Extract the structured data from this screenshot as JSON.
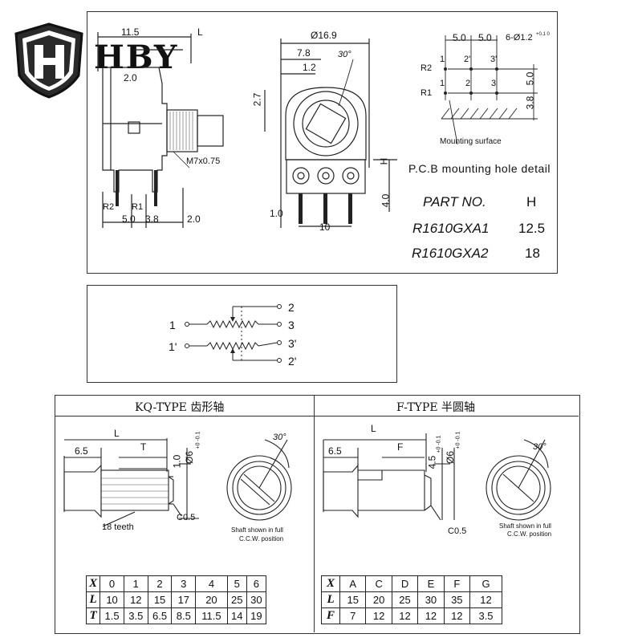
{
  "brand": {
    "name": "HBY",
    "logo_letter": "H"
  },
  "top": {
    "left_view": {
      "dim_11_5": "11.5",
      "dim_L": "L",
      "dim_2_0_top": "2.0",
      "thread": "M7x0.75",
      "r2": "R2",
      "r1": "R1",
      "dim_5_0": "5.0",
      "dim_3_8": "3.8",
      "dim_2_0_bottom": "2.0"
    },
    "front_view": {
      "dia": "Ø16.9",
      "dim_7_8": "7.8",
      "dim_1_2": "1.2",
      "angle": "30°",
      "dim_2_7": "2.7",
      "dim_H": "H",
      "dim_4_0": "4.0",
      "dim_1_0": "1.0",
      "dim_10": "10"
    },
    "pcb": {
      "dim_5_0_a": "5.0",
      "dim_5_0_b": "5.0",
      "holes": "6-Ø1.2",
      "holes_tol": "+0.1 0",
      "r2": "R2",
      "r1": "R1",
      "p1": "1",
      "p2": "2'",
      "p3": "3'",
      "q1": "1",
      "q2": "2",
      "q3": "3",
      "dim_v5_0": "5.0",
      "dim_v3_8": "3.8",
      "mounting": "Mounting surface",
      "title": "P.C.B mounting hole detail"
    },
    "parts": {
      "header_part": "PART NO.",
      "header_h": "H",
      "rows": [
        {
          "part": "R1610GXA1",
          "h": "12.5"
        },
        {
          "part": "R1610GXA2",
          "h": "18"
        }
      ]
    }
  },
  "schematic": {
    "left_top": "1",
    "left_bottom": "1'",
    "r_2": "2",
    "r_3": "3",
    "r_3p": "3'",
    "r_2p": "2'"
  },
  "kq": {
    "title": "KQ-TYPE 齿形轴",
    "dims": {
      "L": "L",
      "d6_5": "6.5",
      "T": "T",
      "d1_0": "1.0",
      "dia": "Ø6",
      "dia_tol": "+0 -0.1",
      "c": "C0.5",
      "teeth": "18 teeth",
      "angle": "30°",
      "note1": "Shaft shown in full",
      "note2": "C.C.W. position"
    },
    "table": {
      "x_label": "X",
      "rows": [
        {
          "label": "L",
          "values": [
            "10",
            "12",
            "15",
            "17",
            "20",
            "25",
            "30"
          ]
        },
        {
          "label": "T",
          "values": [
            "1.5",
            "3.5",
            "6.5",
            "8.5",
            "11.5",
            "14",
            "19"
          ]
        }
      ],
      "cols": [
        "0",
        "1",
        "2",
        "3",
        "4",
        "5",
        "6"
      ]
    }
  },
  "f": {
    "title": "F-TYPE 半圆轴",
    "dims": {
      "L": "L",
      "d6_5": "6.5",
      "F": "F",
      "d4_5": "4.5",
      "d4_5_tol": "+0 -0.1",
      "dia": "Ø6",
      "dia_tol": "+0 -0.1",
      "c": "C0.5",
      "angle": "30°",
      "note1": "Shaft shown in full",
      "note2": "C.C.W. position"
    },
    "table": {
      "x_label": "X",
      "rows": [
        {
          "label": "L",
          "values": [
            "15",
            "20",
            "25",
            "30",
            "35",
            "12"
          ]
        },
        {
          "label": "F",
          "values": [
            "7",
            "12",
            "12",
            "12",
            "12",
            "3.5"
          ]
        }
      ],
      "cols": [
        "A",
        "C",
        "D",
        "E",
        "F",
        "G"
      ]
    }
  }
}
